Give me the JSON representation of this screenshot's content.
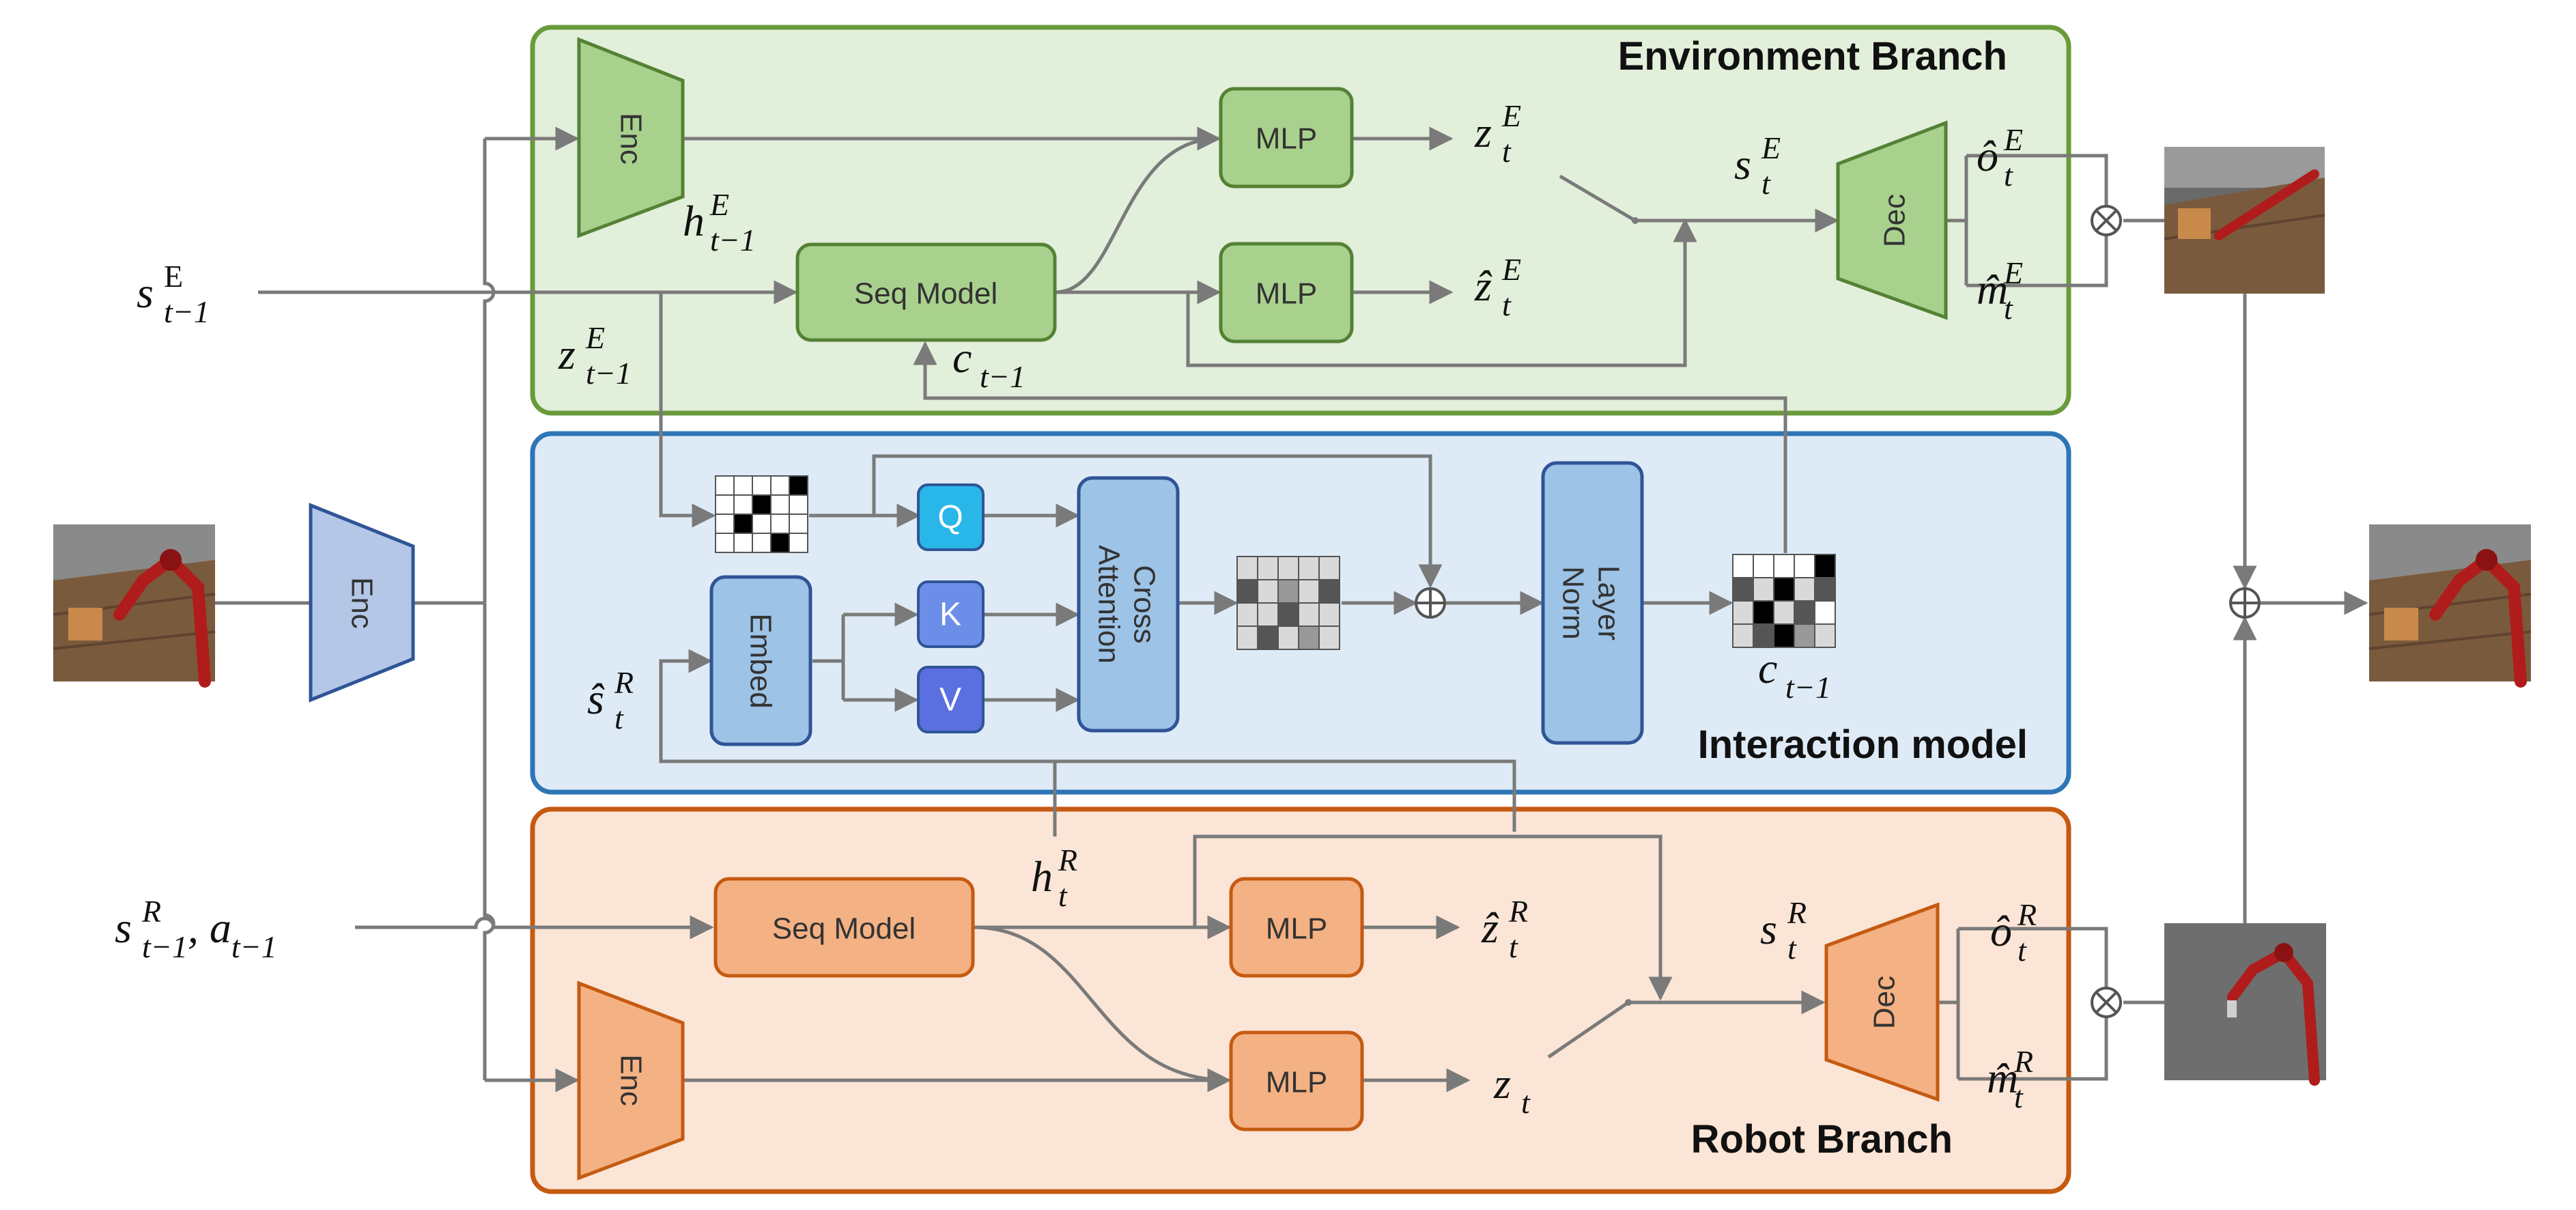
{
  "panels": {
    "environment_title": "Environment Branch",
    "interaction_title": "Interaction model",
    "robot_title": "Robot Branch"
  },
  "blocks": {
    "enc_input": "Enc",
    "enc_env": "Enc",
    "enc_robot": "Enc",
    "seq_model_env": "Seq Model",
    "seq_model_robot": "Seq Model",
    "mlp_env_top": "MLP",
    "mlp_env_bottom": "MLP",
    "mlp_robot_top": "MLP",
    "mlp_robot_bottom": "MLP",
    "dec_env": "Dec",
    "dec_robot": "Dec",
    "embed": "Embed",
    "q": "Q",
    "k": "K",
    "v": "V",
    "cross_attention_line1": "Cross",
    "cross_attention_line2": "Attention",
    "layer_norm_line1": "Layer",
    "layer_norm_line2": "Norm"
  },
  "symbols": {
    "s_env_prev": {
      "base": "s",
      "sup": "E",
      "sub": "t−1"
    },
    "h_env_prev": {
      "base": "h",
      "sup": "E",
      "sub": "t−1"
    },
    "z_env_prev": {
      "base": "z",
      "sup": "E",
      "sub": "t−1"
    },
    "c_prev_env": {
      "base": "c",
      "sup": "",
      "sub": "t−1"
    },
    "z_env": {
      "base": "z",
      "sup": "E",
      "sub": "t"
    },
    "z_env_hat": {
      "base": "ẑ",
      "sup": "E",
      "sub": "t"
    },
    "s_env": {
      "base": "s",
      "sup": "E",
      "sub": "t"
    },
    "o_env_hat": {
      "base": "ô",
      "sup": "E",
      "sub": "t"
    },
    "m_env_hat": {
      "base": "m̂",
      "sup": "E",
      "sub": "t"
    },
    "s_robot_hat": {
      "base": "ŝ",
      "sup": "R",
      "sub": "t"
    },
    "c_prev_int": {
      "base": "c",
      "sup": "",
      "sub": "t−1"
    },
    "h_robot": {
      "base": "h",
      "sup": "R",
      "sub": "t"
    },
    "s_robot_prev": {
      "base": "s",
      "sup": "R",
      "sub": "t−1",
      "suffix": ", a",
      "suffix_sub": "t−1"
    },
    "z_robot_hat": {
      "base": "ẑ",
      "sup": "R",
      "sub": "t"
    },
    "z_robot": {
      "base": "z",
      "sup": "",
      "sub": "t"
    },
    "s_robot": {
      "base": "s",
      "sup": "R",
      "sub": "t"
    },
    "o_robot_hat": {
      "base": "ô",
      "sup": "R",
      "sub": "t"
    },
    "m_robot_hat": {
      "base": "m̂",
      "sup": "R",
      "sub": "t"
    }
  },
  "operators": {
    "multiply": "⊗",
    "add": "⊕"
  },
  "colors": {
    "env_fill": "#e2efda",
    "env_border": "#6a9a3a",
    "env_block": "#a9d18e",
    "env_block_border": "#548235",
    "int_fill": "#deebf7",
    "int_border": "#2e75b6",
    "int_block": "#9dc3e6",
    "int_block_border": "#2f5597",
    "q_color": "#29b6e8",
    "kv_color": "#6c8ee8",
    "robot_fill": "#fbe5d6",
    "robot_border": "#c55a11",
    "robot_block": "#f4b183",
    "robot_block_border": "#c55a11",
    "enc_input_fill": "#b4c7e7",
    "enc_input_border": "#2f5597",
    "wire": "#7a7a7a"
  }
}
